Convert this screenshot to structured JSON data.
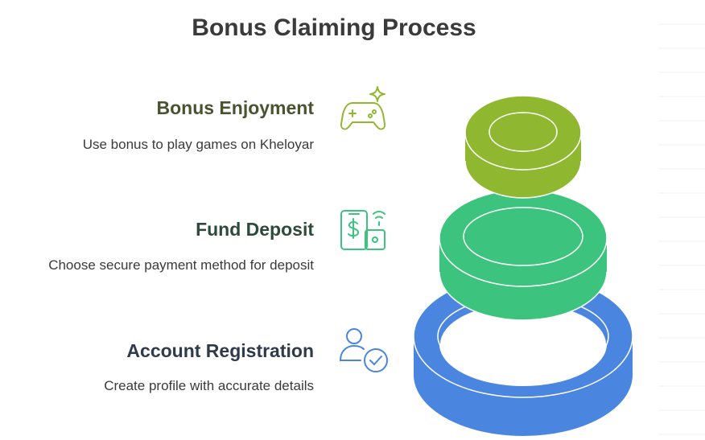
{
  "title": "Bonus Claiming Process",
  "steps": [
    {
      "title": "Bonus Enjoyment",
      "description": "Use bonus to play games on Kheloyar",
      "icon": "gamepad-icon",
      "color": "#8fb830"
    },
    {
      "title": "Fund Deposit",
      "description": "Choose secure payment method for deposit",
      "icon": "payment-icon",
      "color": "#3cc47e"
    },
    {
      "title": "Account Registration",
      "description": "Create profile with accurate details",
      "icon": "user-check-icon",
      "color": "#4a86e0"
    }
  ],
  "colors": {
    "title": "#3a3a3a",
    "step_title_1": "#4a5230",
    "step_title_2": "#2e4a3a",
    "step_title_3": "#2f3a4a"
  }
}
